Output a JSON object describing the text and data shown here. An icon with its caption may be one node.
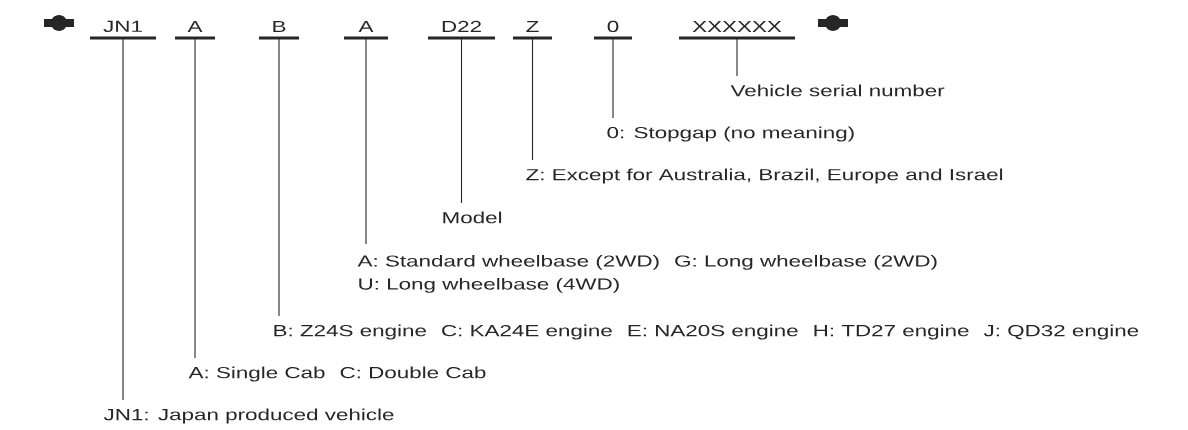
{
  "diagram": {
    "nodes": [
      {
        "text": [
          "JN1"
        ]
      },
      {
        "text": [
          "A"
        ]
      },
      {
        "text": [
          "B"
        ]
      },
      {
        "text": [
          "A"
        ]
      },
      {
        "text": [
          "D22"
        ]
      },
      {
        "text": [
          "Z"
        ]
      },
      {
        "text": [
          "0"
        ]
      },
      {
        "text": [
          "XXXXXX"
        ]
      },
      {
        "text": [
          "Vehicle serial number"
        ]
      },
      {
        "text": [
          "0: Stopgap (no meaning)"
        ]
      },
      {
        "text": [
          "Z: Except for Australia, Brazil, Europe and Israel"
        ]
      },
      {
        "text": [
          "Model"
        ]
      },
      {
        "text": [
          "A: Standard wheelbase (2WD)",
          "G: Long wheelbase (2WD)",
          "U: Long wheelbase (4WD)"
        ]
      },
      {
        "text": [
          "B: Z24S engine",
          "C: KA24E engine",
          "E: NA20S engine",
          "H: TD27 engine",
          "J: QD32 engine"
        ]
      },
      {
        "text": [
          "A: Single Cab",
          "C: Double Cab"
        ]
      },
      {
        "text": [
          "JN1: Japan produced vehicle"
        ]
      }
    ],
    "edges": [
      {
        "from": 7,
        "to": 8,
        "arrow": "none"
      },
      {
        "from": 6,
        "to": 9,
        "arrow": "none"
      },
      {
        "from": 5,
        "to": 10,
        "arrow": "none"
      },
      {
        "from": 4,
        "to": 11,
        "arrow": "none"
      },
      {
        "from": 3,
        "to": 12,
        "arrow": "none"
      },
      {
        "from": 2,
        "to": 13,
        "arrow": "none"
      },
      {
        "from": 1,
        "to": 14,
        "arrow": "none"
      },
      {
        "from": 0,
        "to": 15,
        "arrow": "none"
      }
    ]
  }
}
